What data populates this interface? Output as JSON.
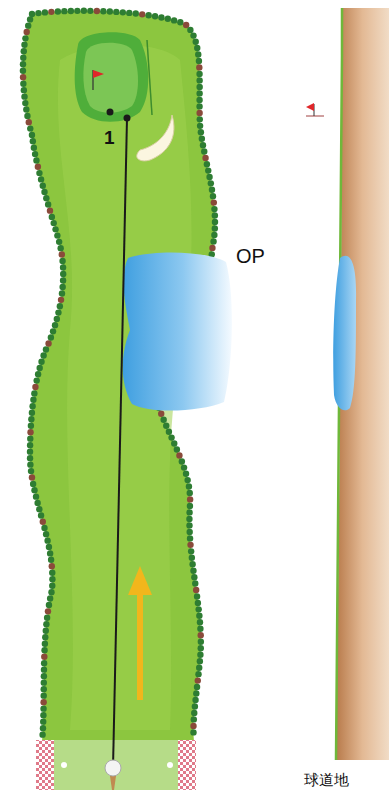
{
  "diagram": {
    "labels": [
      "1",
      "OP",
      "球道地"
    ]
  }
}
